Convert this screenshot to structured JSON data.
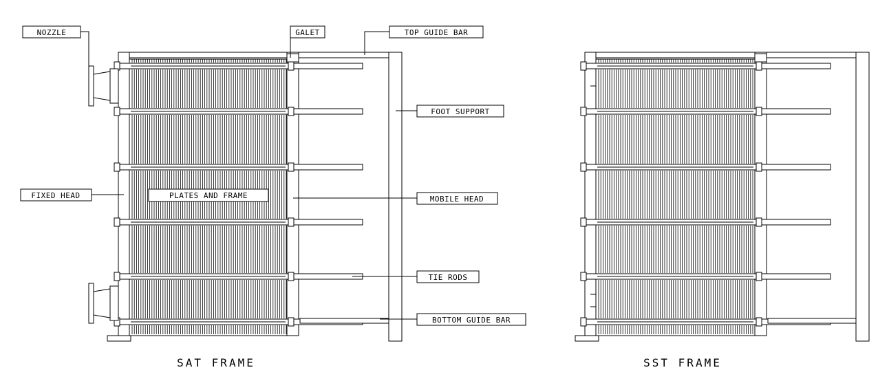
{
  "labels": {
    "nozzle": "NOZZLE",
    "galet": "GALET",
    "top_guide_bar": "TOP GUIDE BAR",
    "foot_support": "FOOT SUPPORT",
    "fixed_head": "FIXED HEAD",
    "plates_and_frame": "PLATES AND FRAME",
    "mobile_head": "MOBILE HEAD",
    "tie_rods": "TIE RODS",
    "bottom_guide_bar": "BOTTOM GUIDE BAR"
  },
  "captions": {
    "left": "SAT FRAME",
    "right": "SST FRAME"
  },
  "colors": {
    "ink": "#000000",
    "paper": "#ffffff"
  }
}
